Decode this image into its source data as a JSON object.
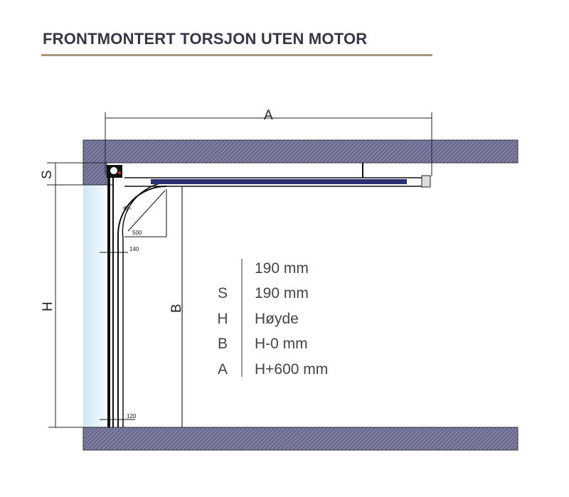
{
  "title": "FRONTMONTERT TORSJON UTEN MOTOR",
  "colors": {
    "title": "#363645",
    "underline": "#a8957a",
    "concrete": "#5e5e86",
    "wall": "#d9ecf8",
    "track": "#2b3170"
  },
  "dimensions": {
    "a": "A",
    "s": "S",
    "h": "H",
    "b": "B",
    "d500": "500",
    "d140": "140",
    "d120": "120",
    "angle": "45°"
  },
  "legend": [
    {
      "symbol": "",
      "value": "190 mm"
    },
    {
      "symbol": "S",
      "value": "190 mm"
    },
    {
      "symbol": "H",
      "value": "Høyde"
    },
    {
      "symbol": "B",
      "value": "H-0 mm"
    },
    {
      "symbol": "A",
      "value": "H+600 mm"
    }
  ]
}
